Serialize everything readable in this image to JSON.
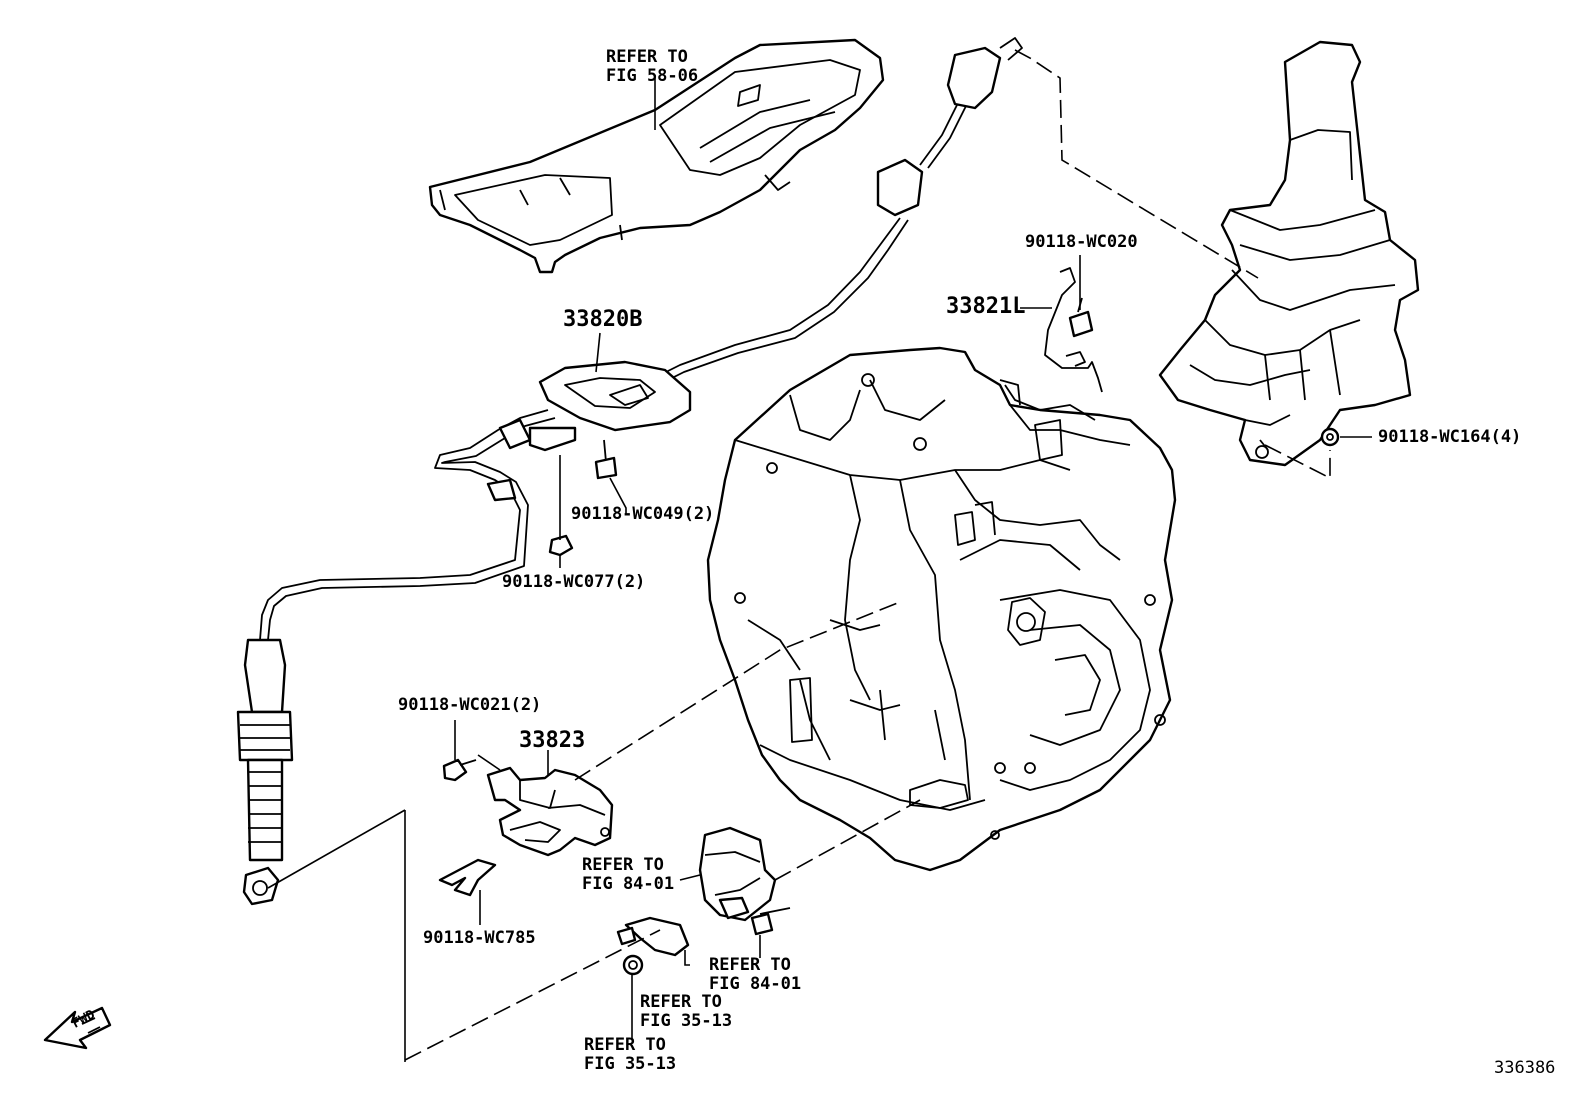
{
  "labels": {
    "console_ref_line1": "REFER TO",
    "console_ref_line2": "FIG 58-06",
    "cable": "33820B",
    "clip_bolt_top": "90118-WC020",
    "wire_clip": "33821L",
    "nut_4": "90118-WC164(4)",
    "bolt_2": "90118-WC049(2)",
    "nut_2": "90118-WC077(2)",
    "bolt_021": "90118-WC021(2)",
    "bracket": "33823",
    "sensor_ref_line1": "REFER TO",
    "sensor_ref_line2": "FIG 84-01",
    "retainer": "90118-WC785",
    "sensor_bolt_ref_line1": "REFER TO",
    "sensor_bolt_ref_line2": "FIG 84-01",
    "lever_ref_line1": "REFER TO",
    "lever_ref_line2": "FIG 35-13",
    "lever_nut_ref_line1": "REFER TO",
    "lever_nut_ref_line2": "FIG 35-13",
    "fwd": "FWD",
    "diagram_number": "336386"
  },
  "icons": {
    "fwd_arrow": "fwd-arrow-icon"
  }
}
